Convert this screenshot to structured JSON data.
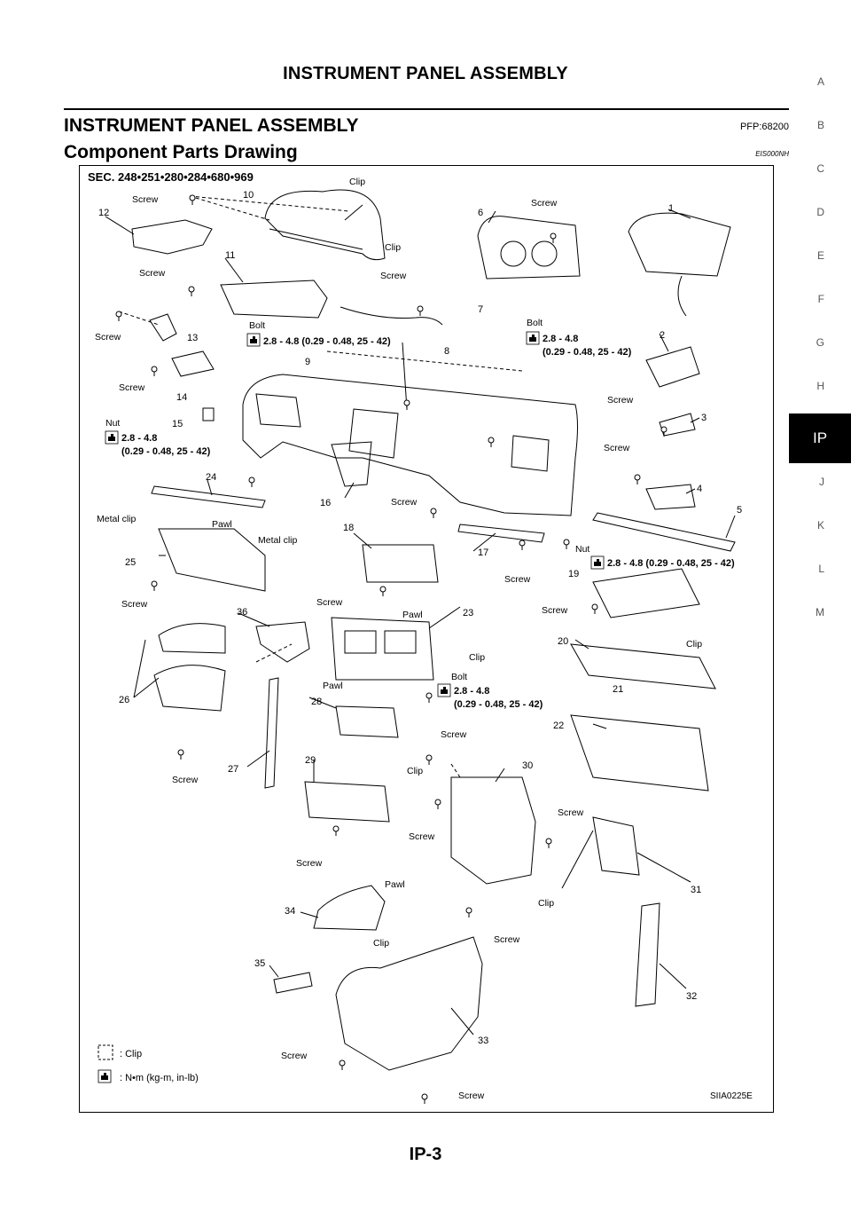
{
  "header": {
    "running_title": "INSTRUMENT PANEL ASSEMBLY"
  },
  "section": {
    "title": "INSTRUMENT PANEL ASSEMBLY",
    "pfp": "PFP:68200",
    "subtitle": "Component Parts Drawing",
    "code": "EIS000NH"
  },
  "side_tabs": [
    "A",
    "B",
    "C",
    "D",
    "E",
    "F",
    "G",
    "H",
    "IP",
    "J",
    "K",
    "L",
    "M"
  ],
  "active_tab": "IP",
  "diagram": {
    "sec": "SEC. 248•251•280•284•680•969",
    "torque_a": "2.8 - 4.8 (0.29 - 0.48, 25 - 42)",
    "torque_b1": "2.8 - 4.8",
    "torque_b2": "(0.29 - 0.48, 25 - 42)",
    "legend_clip": ": Clip",
    "legend_torque": ":  N•m (kg-m, in-lb)",
    "ref": "SIIA0225E",
    "labels": {
      "screw": "Screw",
      "clip": "Clip",
      "bolt": "Bolt",
      "nut": "Nut",
      "pawl": "Pawl",
      "metal_clip": "Metal clip"
    },
    "numbers": [
      "1",
      "2",
      "3",
      "4",
      "5",
      "6",
      "7",
      "8",
      "9",
      "10",
      "11",
      "12",
      "13",
      "14",
      "15",
      "16",
      "17",
      "18",
      "19",
      "20",
      "21",
      "22",
      "23",
      "24",
      "25",
      "26",
      "27",
      "28",
      "29",
      "30",
      "31",
      "32",
      "33",
      "34",
      "35",
      "36"
    ]
  },
  "footer": {
    "page": "IP-3"
  }
}
